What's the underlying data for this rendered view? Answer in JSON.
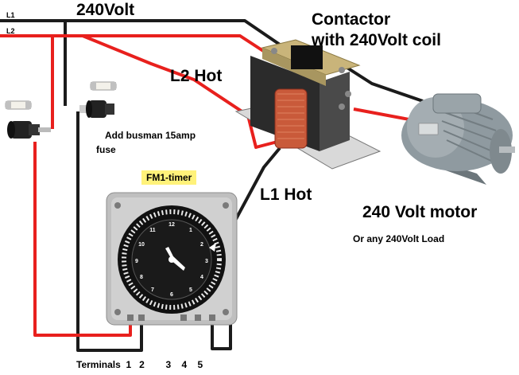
{
  "title": "240Volt",
  "lines": {
    "l1": "L1",
    "l2": "L2"
  },
  "contactor": {
    "line1": "Contactor",
    "line2": "with 240Volt coil"
  },
  "labels": {
    "l2_hot": "L2 Hot",
    "l1_hot": "L1 Hot",
    "fuse_line1": "Add busman 15amp",
    "fuse_line2": "fuse",
    "timer": "FM1-timer",
    "motor": "240 Volt motor",
    "load": "Or any 240Volt Load",
    "terminals": "Terminals  1   2        3    4    5"
  },
  "colors": {
    "hot_wire": "#e8201d",
    "black_wire": "#1b1b1b",
    "timer_label_bg": "#fff27a",
    "motor_body": "#8f9aa0",
    "coil": "#c95a3a"
  },
  "icons": [
    "contactor-icon",
    "motor-icon",
    "timer-icon",
    "fuse-holder-icon",
    "fuse-icon"
  ]
}
